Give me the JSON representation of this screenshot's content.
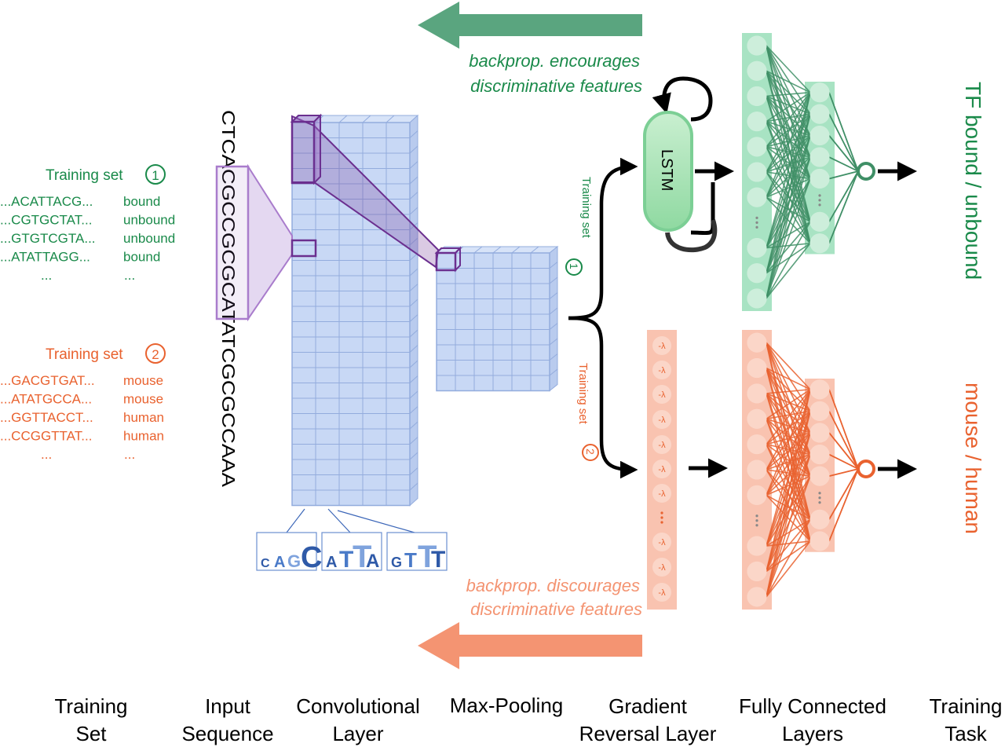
{
  "colors": {
    "green": "#1a8a4a",
    "green_arrow": "#5aa57f",
    "green_fill": "#a8e3c3",
    "orange": "#e9622f",
    "orange_arrow": "#f49472",
    "orange_fill": "#f9c3b0",
    "purple": "#7b3f9a",
    "grid_fill": "#c8d8f5",
    "grid_line": "#93acdd",
    "black": "#000000"
  },
  "training_sets": [
    {
      "title": "Training set",
      "badge": "1",
      "color_key": "green",
      "rows": [
        {
          "seq": "...ACATTACG...",
          "label": "bound"
        },
        {
          "seq": "...CGTGCTAT...",
          "label": "unbound"
        },
        {
          "seq": "...GTGTCGTA...",
          "label": "unbound"
        },
        {
          "seq": "...ATATTAGG...",
          "label": "bound"
        },
        {
          "seq": "...",
          "label": "..."
        }
      ]
    },
    {
      "title": "Training set",
      "badge": "2",
      "color_key": "orange",
      "rows": [
        {
          "seq": "...GACGTGAT...",
          "label": "mouse"
        },
        {
          "seq": "...ATATGCCA...",
          "label": "mouse"
        },
        {
          "seq": "...GGTTACCT...",
          "label": "human"
        },
        {
          "seq": "...CCGGTTAT...",
          "label": "human"
        },
        {
          "seq": "...",
          "label": "..."
        }
      ]
    }
  ],
  "input_sequence": "CTCACGCCGCGCATATCGCGCCAAA",
  "motifs": [
    {
      "text": "CAGC"
    },
    {
      "text": "ATTA"
    },
    {
      "text": "GTTT"
    }
  ],
  "lstm_label": "LSTM",
  "branch_labels": {
    "top": "Training set",
    "top_badge": "1",
    "bottom": "Training set",
    "bottom_badge": "2"
  },
  "lambda_label": "-λ",
  "outputs": {
    "top": "TF bound / unbound",
    "bottom": "mouse / human"
  },
  "backprop": {
    "top_line1": "backprop. encourages",
    "top_line2": "discriminative features",
    "bottom_line1": "backprop. discourages",
    "bottom_line2": "discriminative features"
  },
  "columns": [
    [
      "Training",
      "Set"
    ],
    [
      "Input",
      "Sequence"
    ],
    [
      "Convolutional",
      "Layer"
    ],
    [
      "Max-Pooling"
    ],
    [
      "Gradient",
      "Reversal Layer"
    ],
    [
      "Fully Connected",
      "Layers"
    ],
    [
      "Training",
      "Task"
    ]
  ]
}
